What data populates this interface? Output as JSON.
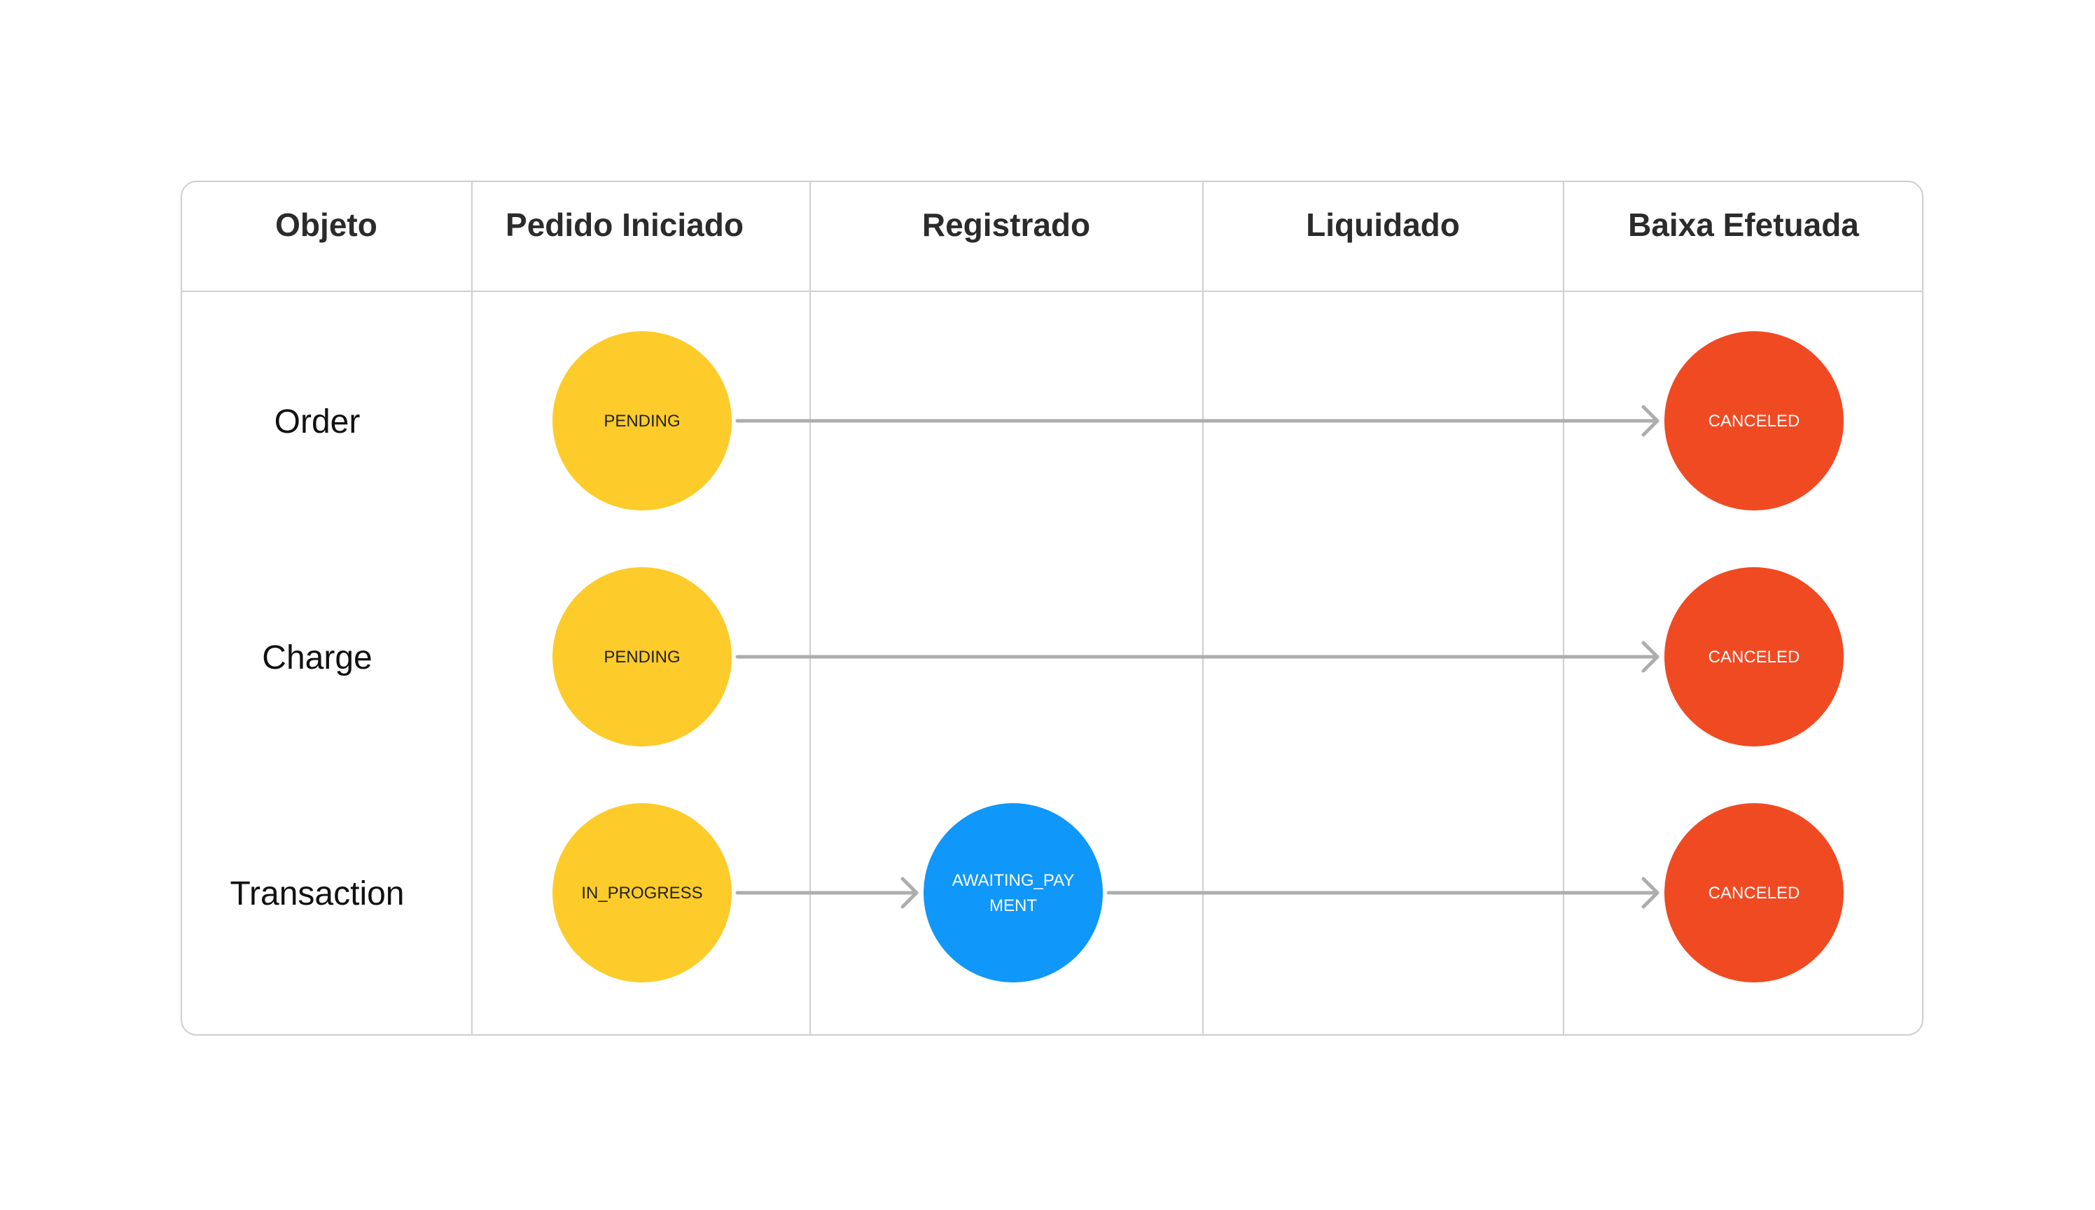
{
  "colors": {
    "pending": "#FDCC2A",
    "awaiting": "#0F97F9",
    "canceled": "#F04A23",
    "border": "#CFCFCF",
    "arrow": "#ADADAD",
    "node_text_dark": "#222222",
    "node_text_light": "#FFFFFF"
  },
  "columns": [
    "Objeto",
    "Pedido Iniciado",
    "Registrado",
    "Liquidado",
    "Baixa Efetuada"
  ],
  "rows": [
    {
      "label": "Order",
      "nodes": [
        {
          "column": 1,
          "lines": [
            "PENDING"
          ],
          "status": "pending"
        },
        {
          "column": 4,
          "lines": [
            "CANCELED"
          ],
          "status": "canceled"
        }
      ]
    },
    {
      "label": "Charge",
      "nodes": [
        {
          "column": 1,
          "lines": [
            "PENDING"
          ],
          "status": "pending"
        },
        {
          "column": 4,
          "lines": [
            "CANCELED"
          ],
          "status": "canceled"
        }
      ]
    },
    {
      "label": "Transaction",
      "nodes": [
        {
          "column": 1,
          "lines": [
            "IN_PROGRESS"
          ],
          "status": "pending"
        },
        {
          "column": 2,
          "lines": [
            "AWAITING_PAY",
            "MENT"
          ],
          "status": "awaiting"
        },
        {
          "column": 4,
          "lines": [
            "CANCELED"
          ],
          "status": "canceled"
        }
      ]
    }
  ]
}
